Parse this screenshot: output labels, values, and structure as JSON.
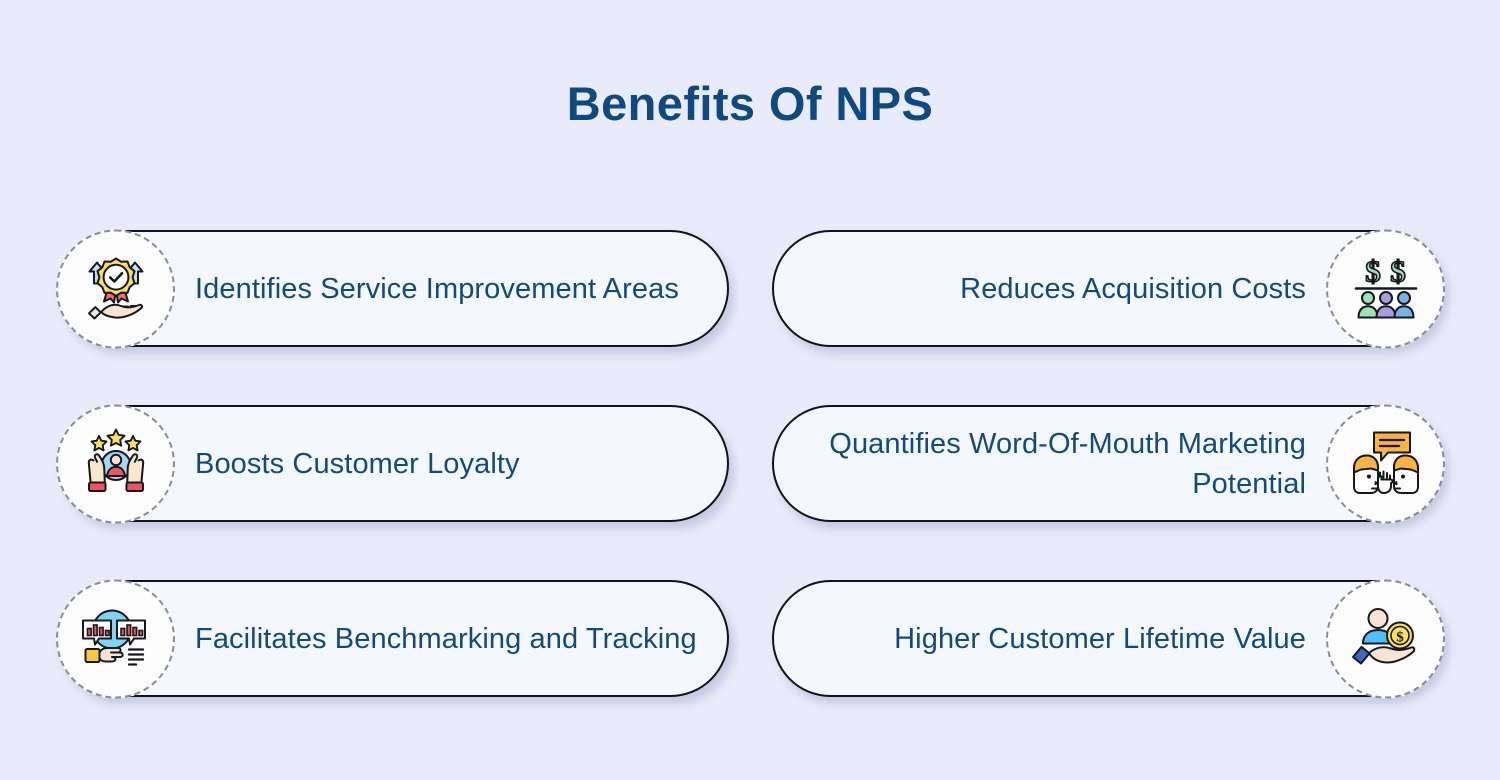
{
  "page": {
    "title": "Benefits Of NPS",
    "background_color": "#e9ebfb",
    "title_color": "#0e4a80",
    "card_fill_color": "#f4f7fd",
    "card_border_color": "#111318",
    "card_text_color": "#134a7c",
    "icon_circle_color": "#fdfdfd",
    "icon_ring_color": "#8a8d94"
  },
  "cards": [
    {
      "label": "Identifies Service Improvement Areas",
      "icon": "hand-holding-award-badge-icon",
      "column": "left",
      "row": 1
    },
    {
      "label": "Boosts Customer Loyalty",
      "icon": "hands-holding-customer-rating-icon",
      "column": "left",
      "row": 2
    },
    {
      "label": "Facilitates Benchmarking and Tracking",
      "icon": "benchmark-bar-chart-compare-icon",
      "column": "left",
      "row": 3
    },
    {
      "label": "Reduces Acquisition Costs",
      "icon": "dollar-signs-over-people-icon",
      "column": "right",
      "row": 1
    },
    {
      "label": "Quantifies Word-Of-Mouth Marketing Potential",
      "icon": "two-faces-speech-bubble-icon",
      "column": "right",
      "row": 2
    },
    {
      "label": "Higher Customer Lifetime Value",
      "icon": "hand-holding-customer-coin-icon",
      "column": "right",
      "row": 3
    }
  ]
}
